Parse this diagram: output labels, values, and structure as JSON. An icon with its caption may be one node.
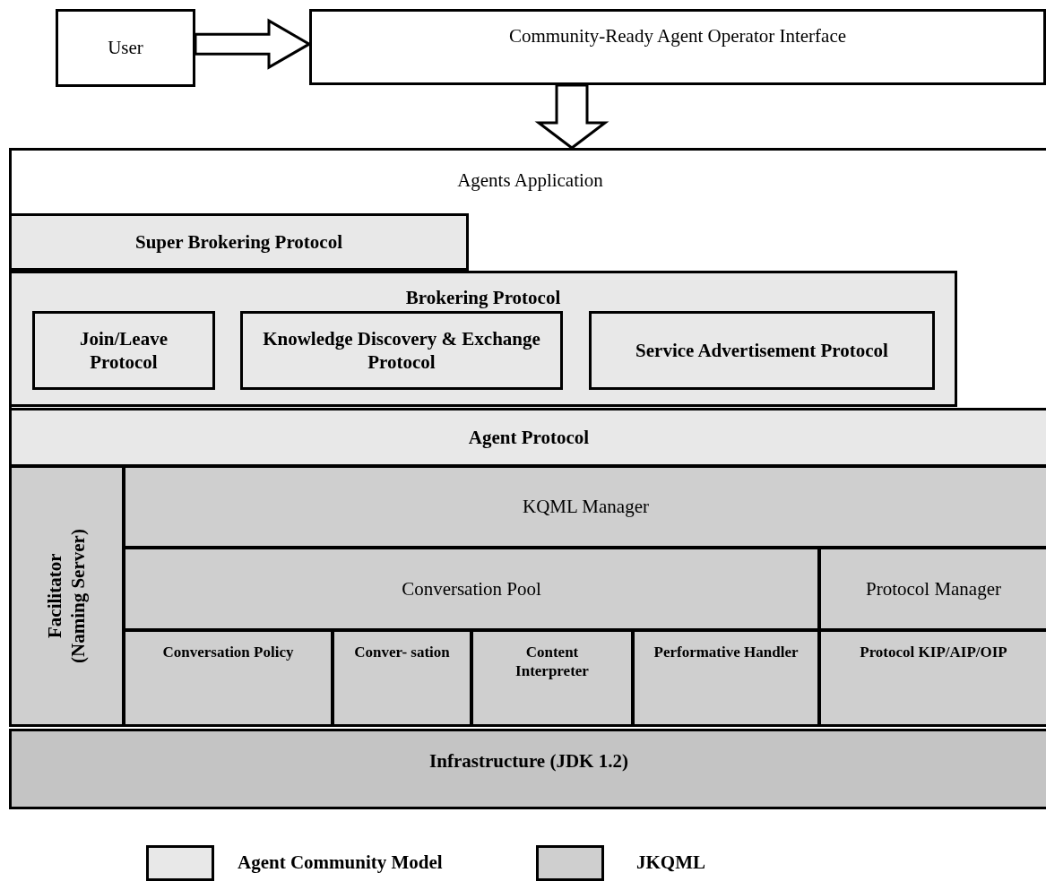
{
  "diagram": {
    "nodes": [
      {
        "text": [
          "User"
        ]
      },
      {
        "text": [
          "Community-Ready Agent Operator Interface"
        ]
      },
      {
        "text": [
          "Agents Application"
        ]
      },
      {
        "text": [
          "Super Brokering Protocol"
        ],
        "in": 2
      },
      {
        "text": [
          "Brokering Protocol"
        ],
        "in": 2
      },
      {
        "text": [
          "Join/Leave Protocol"
        ],
        "in": 4
      },
      {
        "text": [
          "Knowledge Discovery & Exchange Protocol"
        ],
        "in": 4
      },
      {
        "text": [
          "Service Advertisement Protocol"
        ],
        "in": 4
      },
      {
        "text": [
          "Agent Protocol"
        ]
      },
      {
        "text": [
          "Facilitator (Naming Server)"
        ]
      },
      {
        "text": [
          "KQML Manager"
        ]
      },
      {
        "text": [
          "Conversation Pool"
        ]
      },
      {
        "text": [
          "Protocol Manager"
        ]
      },
      {
        "text": [
          "Conversation Policy"
        ]
      },
      {
        "text": [
          "Conver- sation"
        ]
      },
      {
        "text": [
          "Content Interpreter"
        ]
      },
      {
        "text": [
          "Performative Handler"
        ]
      },
      {
        "text": [
          "Protocol KIP/AIP/OIP"
        ]
      },
      {
        "text": [
          "Infrastructure (JDK 1.2)"
        ]
      }
    ],
    "edges": [
      {
        "from": 0,
        "to": 1,
        "arrow": "to"
      },
      {
        "from": 1,
        "to": 2,
        "arrow": "to"
      }
    ],
    "legend": [
      {
        "text": "Agent Community Model",
        "color": "#e8e8e8"
      },
      {
        "text": "JKQML",
        "color": "#cfcfcf"
      }
    ]
  }
}
